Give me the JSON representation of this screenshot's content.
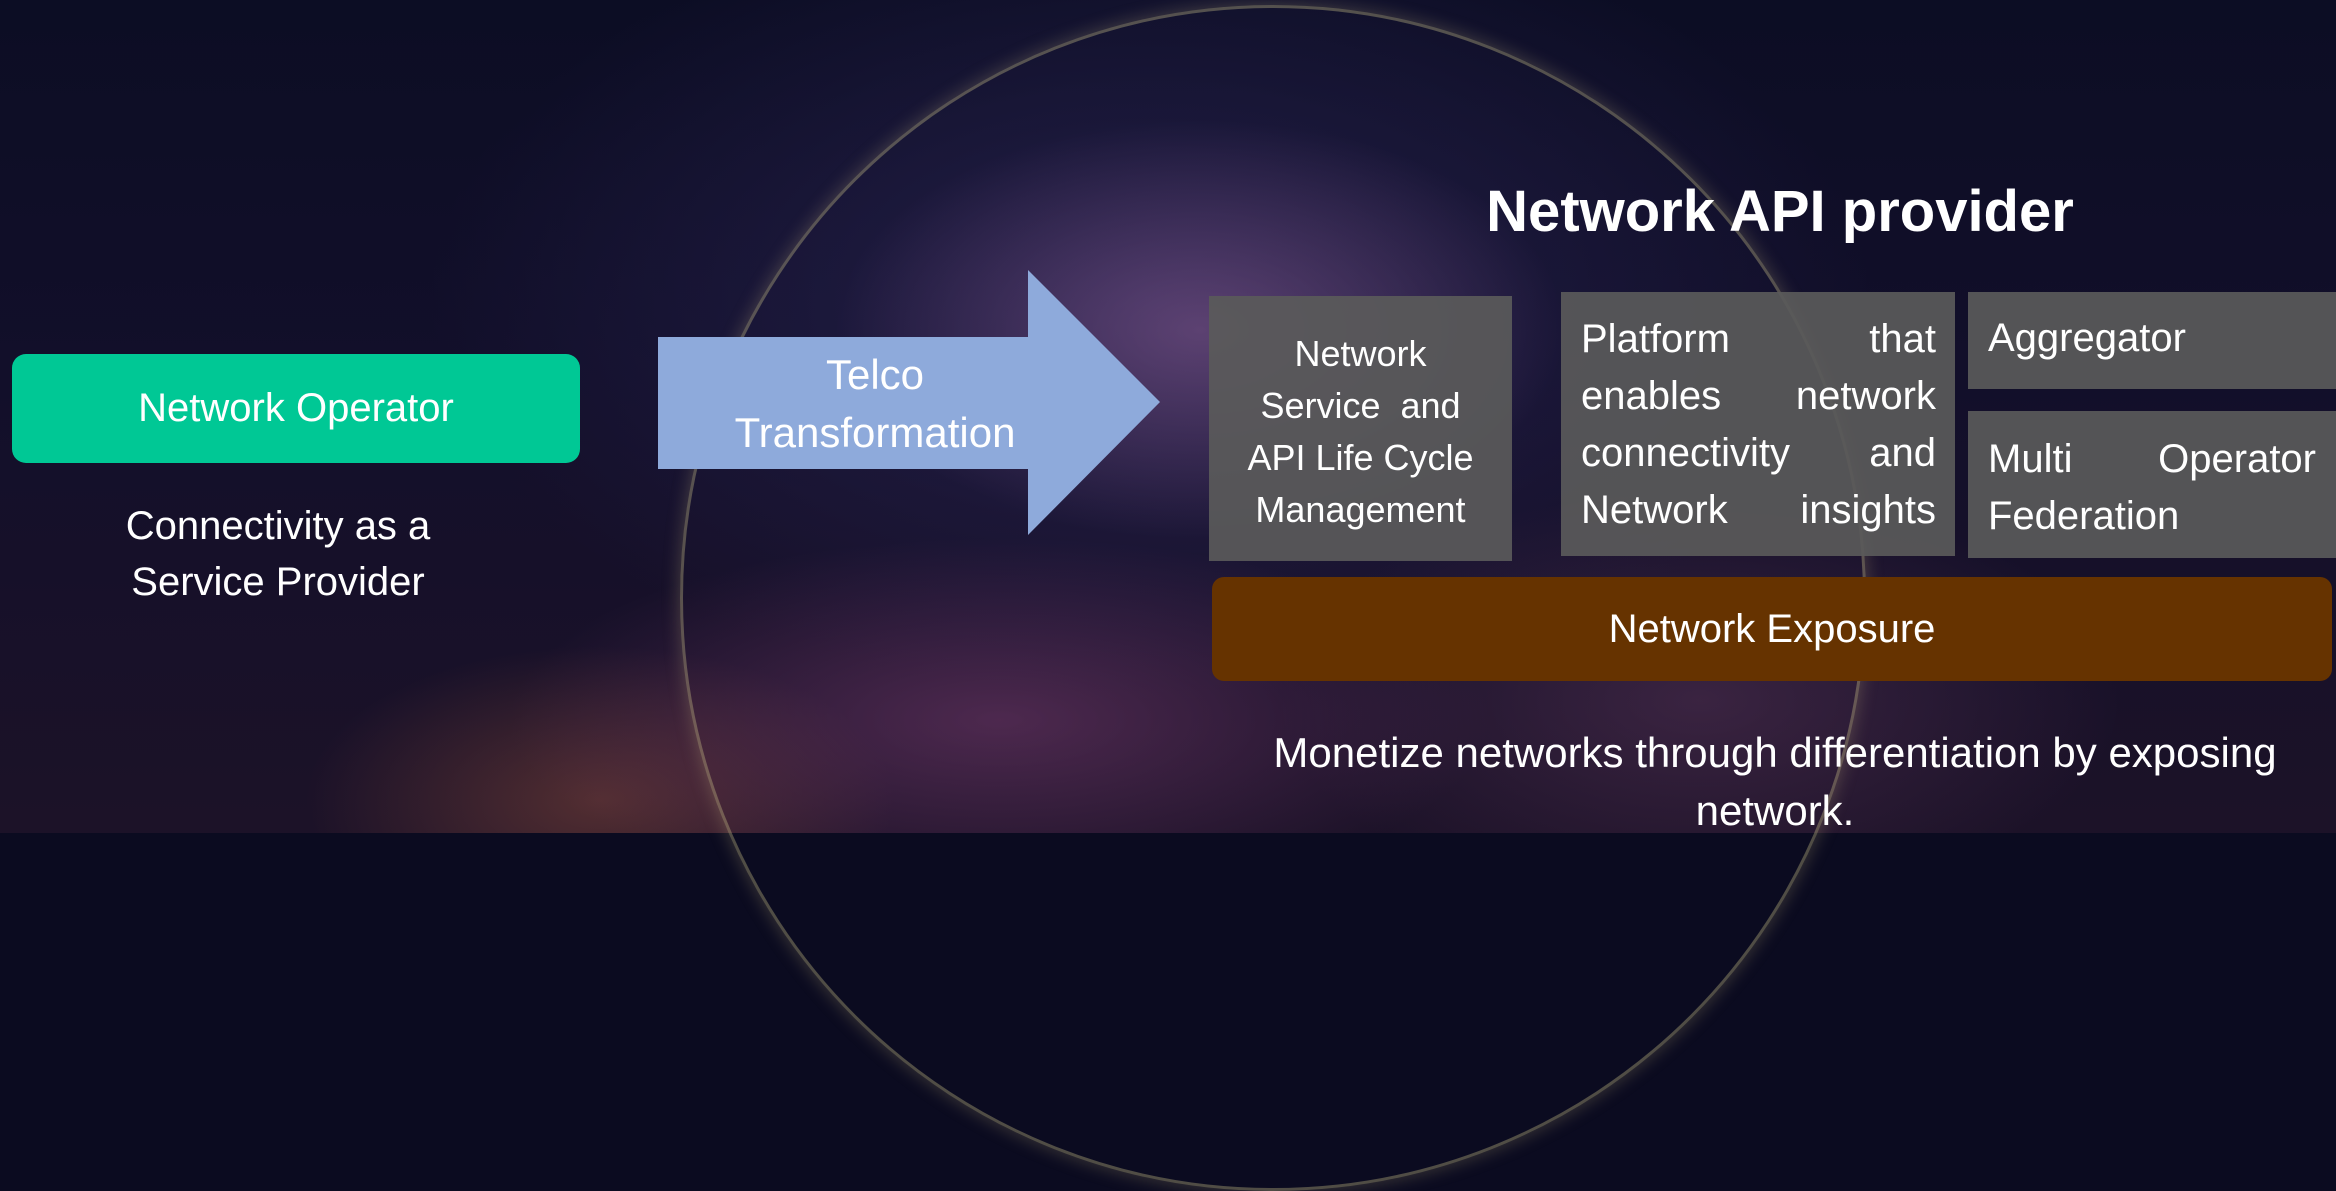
{
  "left": {
    "operator_label": "Network Operator",
    "subtitle_lines": [
      "Connectivity as a",
      "Service Provider"
    ]
  },
  "arrow": {
    "label_lines": [
      "Telco",
      "Transformation"
    ]
  },
  "right": {
    "title": "Network API provider",
    "lifecycle_lines": [
      "Network",
      "Service  and",
      "API Life Cycle",
      "Management"
    ],
    "platform_lines": [
      "Platform that",
      "enables network",
      "connectivity and",
      "Network insights"
    ],
    "aggregator": "Aggregator",
    "federation_lines": [
      "Multi Operator",
      "Federation"
    ],
    "exposure": "Network Exposure",
    "bottom_lines": [
      "Monetize networks through differentiation by exposing",
      "network."
    ]
  },
  "colors": {
    "operator_green": "#00c895",
    "arrow_blue": "#8eaadb",
    "box_gray": "#5a5a5a",
    "exposure_brown": "#663300"
  }
}
